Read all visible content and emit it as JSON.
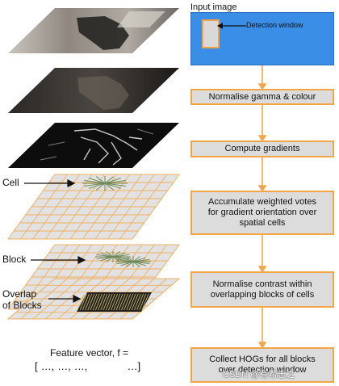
{
  "labels": {
    "cell": "Cell",
    "block": "Block",
    "overlap_line1": "Overlap",
    "overlap_line2": "of Blocks"
  },
  "input": {
    "title": "Input image",
    "detection_window": "Detection window"
  },
  "steps": [
    {
      "lines": [
        "Normalise gamma & colour"
      ]
    },
    {
      "lines": [
        "Compute gradients"
      ]
    },
    {
      "lines": [
        "Accumulate weighted votes",
        "for gradient orientation over",
        "spatial cells"
      ]
    },
    {
      "lines": [
        "Normalise contrast within",
        "overlapping blocks of cells"
      ]
    },
    {
      "lines": [
        "Collect HOGs for all blocks",
        "over detection window"
      ]
    }
  ],
  "feature_vector": {
    "title": "Feature vector, f =",
    "vector": "[ ..., ..., ...,            ...]"
  },
  "watermark": "CSDN @有希志之",
  "colors": {
    "box_fill": "#dcdcdc",
    "box_border": "#f3a548",
    "arrow": "#f3a548",
    "input_blue": "#3a8ee6",
    "grid_fill": "#e2e2e2",
    "grid_line": "#f0b060"
  }
}
